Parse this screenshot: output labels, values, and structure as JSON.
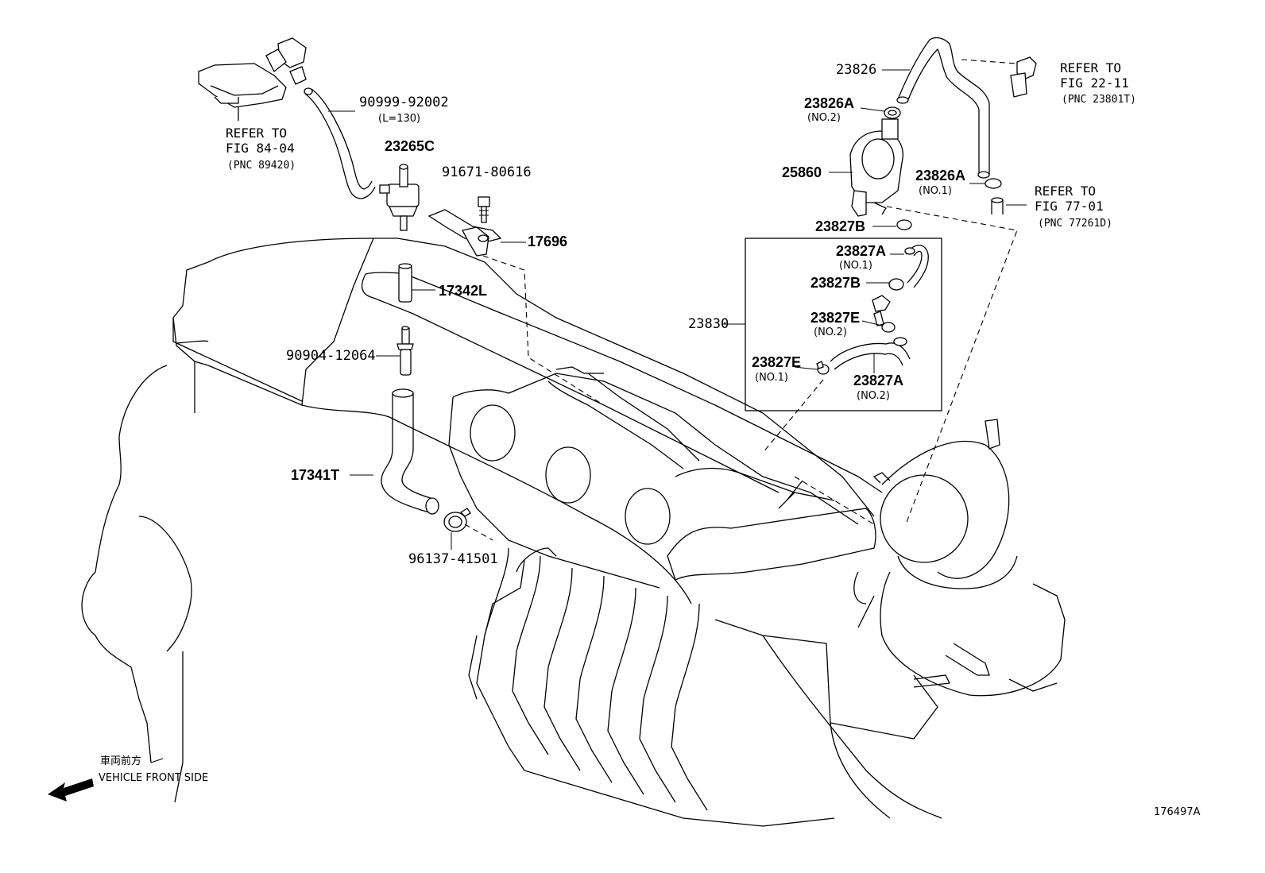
{
  "diagram": {
    "id_label": "176497A",
    "front_label_jp": "車両前方",
    "front_label_en": "VEHICLE FRONT SIDE"
  },
  "refs": {
    "ref84": {
      "l1": "REFER TO",
      "l2": "FIG 84-04",
      "l3": "(PNC 89420)"
    },
    "ref22": {
      "l1": "REFER TO",
      "l2": "FIG 22-11",
      "l3": "(PNC 23801T)"
    },
    "ref77": {
      "l1": "REFER TO",
      "l2": "FIG 77-01",
      "l3": "(PNC 77261D)"
    }
  },
  "parts": {
    "p90999": {
      "code": "90999-92002",
      "note": "(L=130)"
    },
    "p23265C": {
      "code": "23265C"
    },
    "p91671": {
      "code": "91671-80616"
    },
    "p17696": {
      "code": "17696"
    },
    "p17342L": {
      "code": "17342L"
    },
    "p90904": {
      "code": "90904-12064"
    },
    "p17341T": {
      "code": "17341T"
    },
    "p96137": {
      "code": "96137-41501"
    },
    "p23826": {
      "code": "23826"
    },
    "p23826A2": {
      "code": "23826A",
      "note": "(NO.2)"
    },
    "p25860": {
      "code": "25860"
    },
    "p23826A1": {
      "code": "23826A",
      "note": "(NO.1)"
    },
    "p23827B_top": {
      "code": "23827B"
    },
    "p23830": {
      "code": "23830"
    },
    "p23827A1": {
      "code": "23827A",
      "note": "(NO.1)"
    },
    "p23827B": {
      "code": "23827B"
    },
    "p23827E2": {
      "code": "23827E",
      "note": "(NO.2)"
    },
    "p23827E1": {
      "code": "23827E",
      "note": "(NO.1)"
    },
    "p23827A2": {
      "code": "23827A",
      "note": "(NO.2)"
    }
  }
}
